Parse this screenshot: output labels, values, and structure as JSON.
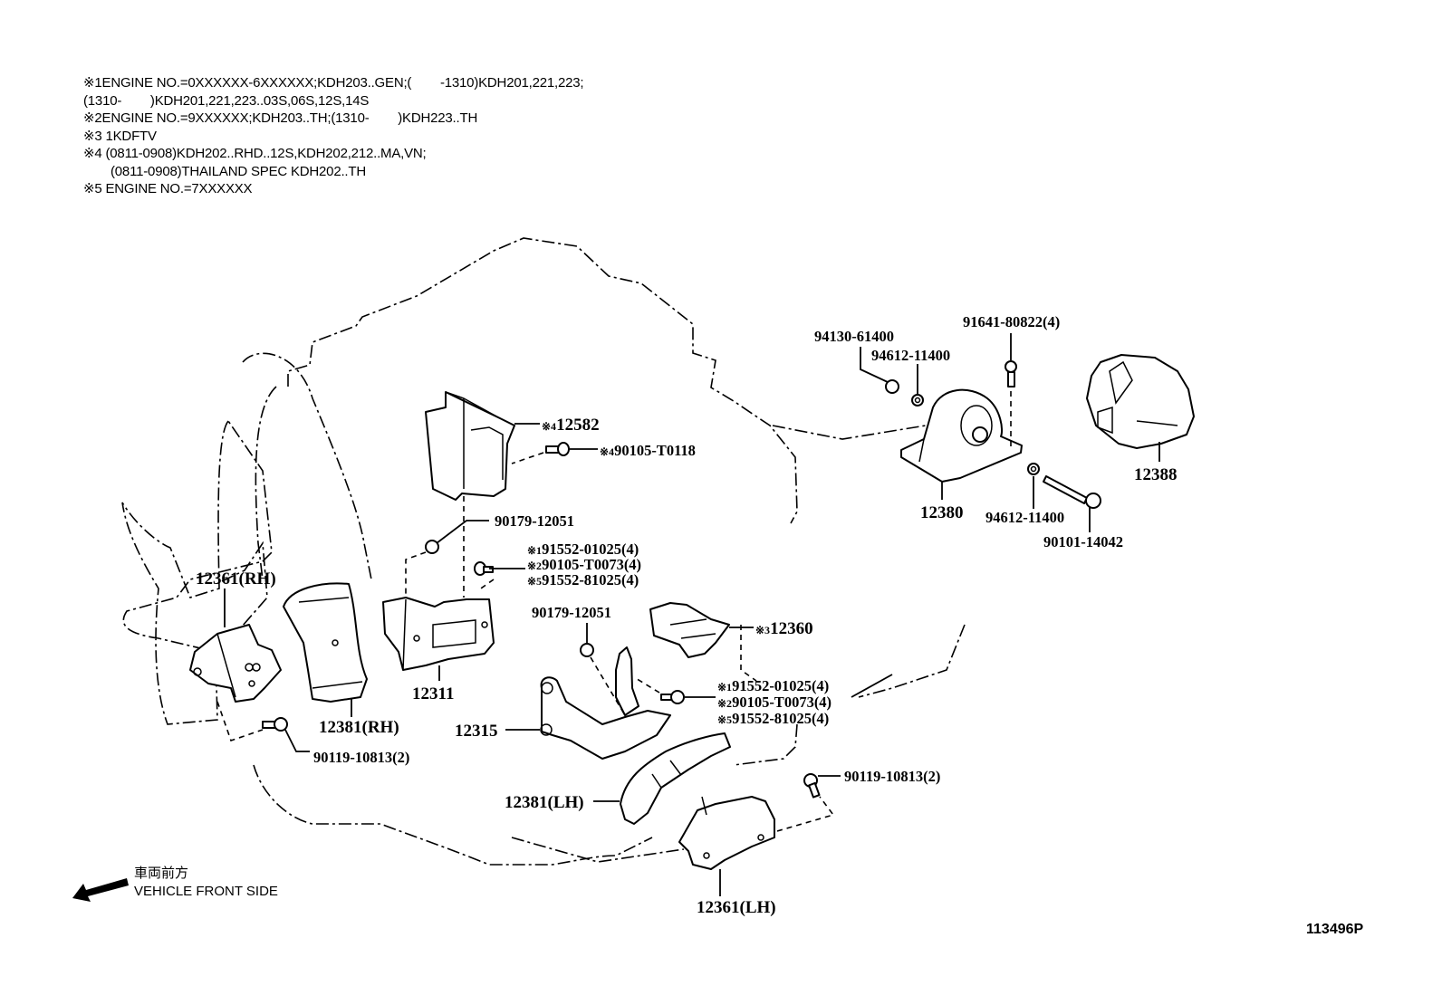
{
  "notes": [
    {
      "mark": "※1",
      "text": "ENGINE NO.=0XXXXXX-6XXXXXX;KDH203..GEN;(        -1310)KDH201,221,223;"
    },
    {
      "mark": "",
      "text": "(1310-        )KDH201,221,223..03S,06S,12S,14S"
    },
    {
      "mark": "※2",
      "text": "ENGINE NO.=9XXXXXX;KDH203..TH;(1310-        )KDH223..TH"
    },
    {
      "mark": "※3",
      "text": "1KDFTV"
    },
    {
      "mark": "※4",
      "text": "(0811-0908)KDH202..RHD..12S,KDH202,212..MA,VN;"
    },
    {
      "mark": "",
      "text": "(0811-0908)THAILAND SPEC KDH202..TH"
    },
    {
      "mark": "※5",
      "text": "ENGINE NO.=7XXXXXX"
    }
  ],
  "parts": {
    "p12582": {
      "ref": "※4",
      "num": "12582"
    },
    "p90105_T0118": {
      "ref": "※4",
      "num": "90105-T0118"
    },
    "p90179_12051_a": {
      "num": "90179-12051"
    },
    "group_a": [
      {
        "ref": "※1",
        "num": "91552-01025(4)"
      },
      {
        "ref": "※2",
        "num": "90105-T0073(4)"
      },
      {
        "ref": "※5",
        "num": "91552-81025(4)"
      }
    ],
    "p12361_rh": {
      "num": "12361(RH)"
    },
    "p12381_rh": {
      "num": "12381(RH)"
    },
    "p12311": {
      "num": "12311"
    },
    "p90119_rh": {
      "num": "90119-10813(2)"
    },
    "p90179_12051_b": {
      "num": "90179-12051"
    },
    "p12360": {
      "ref": "※3",
      "num": "12360"
    },
    "group_b": [
      {
        "ref": "※1",
        "num": "91552-01025(4)"
      },
      {
        "ref": "※2",
        "num": "90105-T0073(4)"
      },
      {
        "ref": "※5",
        "num": "91552-81025(4)"
      }
    ],
    "p12315": {
      "num": "12315"
    },
    "p12381_lh": {
      "num": "12381(LH)"
    },
    "p12361_lh": {
      "num": "12361(LH)"
    },
    "p90119_lh": {
      "num": "90119-10813(2)"
    },
    "p94130": {
      "num": "94130-61400"
    },
    "p94612_top": {
      "num": "94612-11400"
    },
    "p91641": {
      "num": "91641-80822(4)"
    },
    "p12380": {
      "num": "12380"
    },
    "p94612_bottom": {
      "num": "94612-11400"
    },
    "p90101": {
      "num": "90101-14042"
    },
    "p12388": {
      "num": "12388"
    }
  },
  "front_indicator": {
    "japanese": "車両前方",
    "english": "VEHICLE FRONT SIDE"
  },
  "illustration_code": "113496P"
}
